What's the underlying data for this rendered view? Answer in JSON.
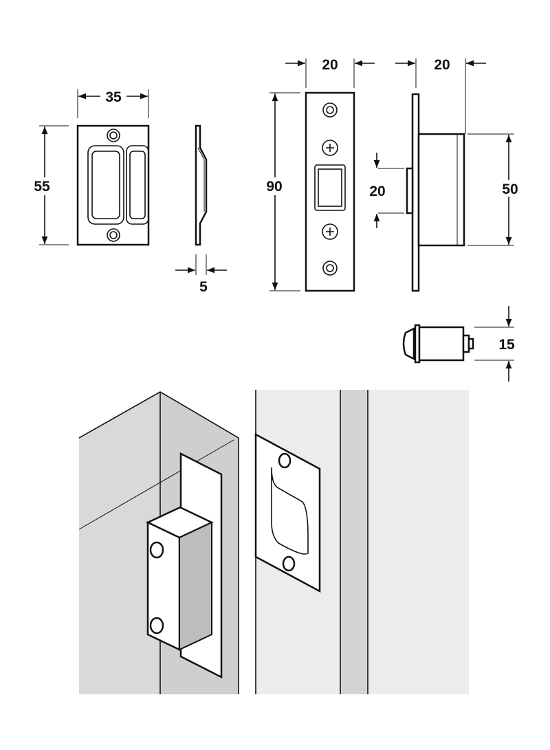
{
  "dimensions": {
    "strike_width": "35",
    "strike_height": "55",
    "strike_depth": "5",
    "latch_height": "90",
    "latch_width": "20",
    "bolt_height": "20",
    "latch_depth": "20",
    "body_height": "50",
    "bolt_diameter": "15"
  },
  "colors": {
    "line": "#111111",
    "panel": "#d9d9d9",
    "panel_light": "#ececec"
  }
}
